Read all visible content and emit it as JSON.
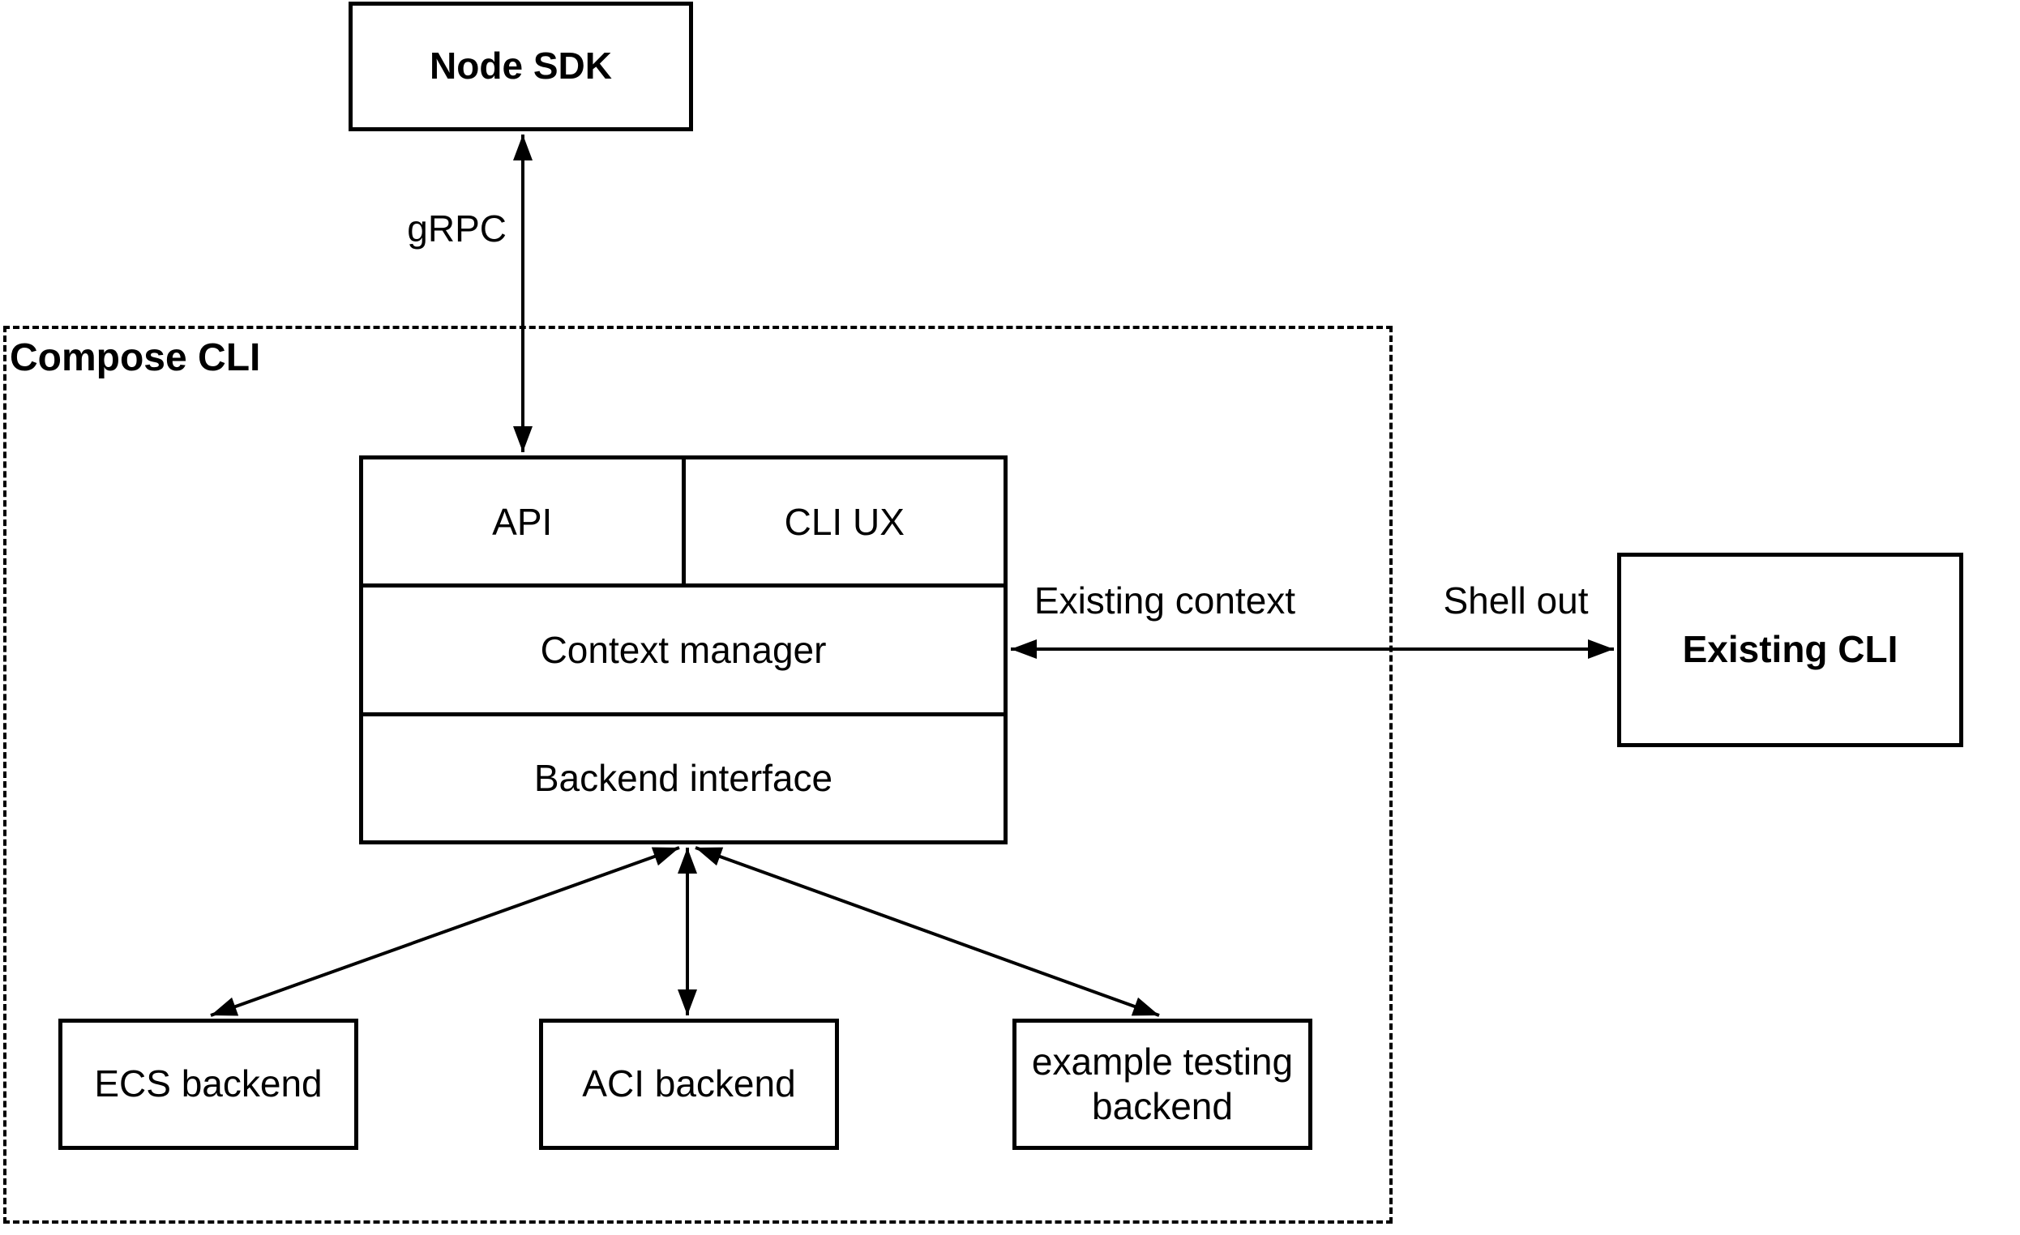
{
  "nodes": {
    "node_sdk": {
      "label": "Node SDK"
    },
    "compose_cli_container": {
      "label": "Compose CLI"
    },
    "api": {
      "label": "API"
    },
    "cli_ux": {
      "label": "CLI UX"
    },
    "context_manager": {
      "label": "Context manager"
    },
    "backend_interface": {
      "label": "Backend interface"
    },
    "existing_cli": {
      "label": "Existing CLI"
    },
    "ecs_backend": {
      "label": "ECS backend"
    },
    "aci_backend": {
      "label": "ACI backend"
    },
    "example_testing_backend": {
      "label": "example testing backend"
    }
  },
  "edges": {
    "grpc": {
      "label": "gRPC",
      "from": "node_sdk",
      "to": "api",
      "direction": "both"
    },
    "existing_context": {
      "label": "Existing context",
      "from": "context_manager",
      "to": "existing_cli",
      "direction": "both"
    },
    "shell_out": {
      "label": "Shell out",
      "from": "context_manager",
      "to": "existing_cli",
      "direction": "both"
    },
    "backend_to_ecs": {
      "from": "backend_interface",
      "to": "ecs_backend",
      "direction": "both"
    },
    "backend_to_aci": {
      "from": "backend_interface",
      "to": "aci_backend",
      "direction": "both"
    },
    "backend_to_example": {
      "from": "backend_interface",
      "to": "example_testing_backend",
      "direction": "both"
    }
  },
  "colors": {
    "stroke": "#000000",
    "background": "#ffffff"
  }
}
